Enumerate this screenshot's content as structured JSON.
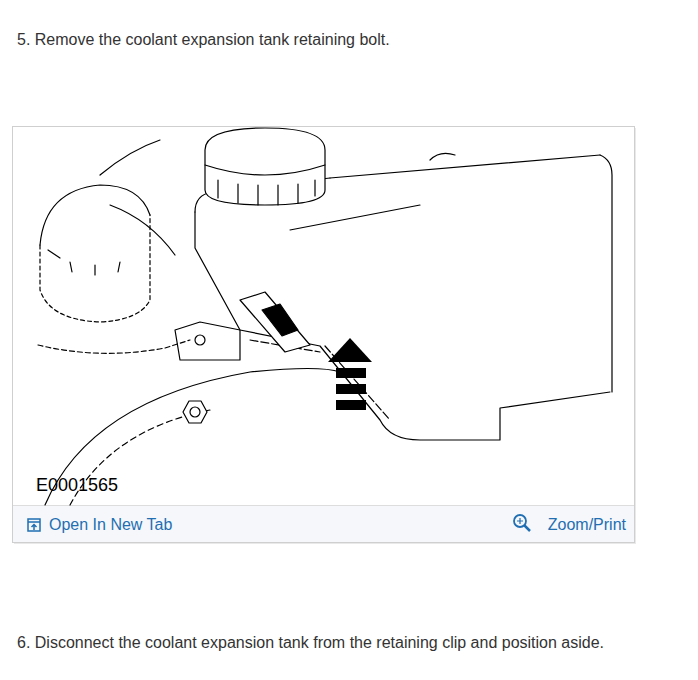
{
  "diagram": {
    "labels": [
      "5. Remove the coolant expansion tank retaining bolt.",
      "E0001565",
      "Open In New Tab",
      "Zoom/Print",
      "6. Disconnect the coolant expansion tank from the retaining clip and position aside."
    ]
  }
}
